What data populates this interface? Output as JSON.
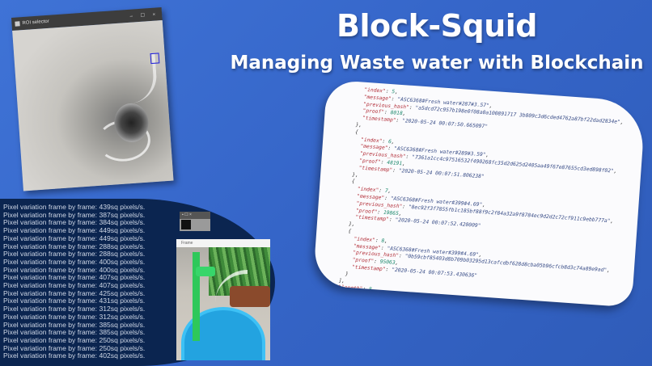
{
  "slide": {
    "title": "Block-Squid",
    "subtitle": "Managing Waste water with Blockchain"
  },
  "camera_window": {
    "title": "ROI selector",
    "controls": "– ☐ ×"
  },
  "blockchain_json": {
    "blocks": [
      {
        "index": "5",
        "message": "ASC6368#Fresh water#287#3.57",
        "previous_hash": "a5dcd72c957b198e0f08a0a100891717 3b809c3d6cded4762a87bf22dad2834e",
        "proof": "8018",
        "timestamp": "2020-05-24 00:07:50.665097"
      },
      {
        "index": "6",
        "message": "ASC6368#Fresh water#289#3.59",
        "previous_hash": "7361a1cc4c97516532f490268fc35d2d625d2405aa49f67e87655cd3ed898f02",
        "proof": "48191",
        "timestamp": "2020-05-24 00:07:51.806238"
      },
      {
        "index": "7",
        "message": "ASC6368#Fresh water#399#4.69",
        "previous_hash": "8ec92f3f7855fb1c185bf88f9c2f84a32a9f8784ec9d2d2c72cf911c9ebb777a",
        "proof": "19865",
        "timestamp": "2020-05-24 00:07:52.420009"
      },
      {
        "index": "8",
        "message": "ASC6368#Fresh water#399#4.69",
        "previous_hash": "0b59cbf85403d8b709b03295d13cafcdbf628d8cba05b96cfcb8d3c74a89e9ad",
        "proof": "95063",
        "timestamp": "2020-05-24 00:07:53.430636"
      }
    ],
    "length_key": "length",
    "length": "8"
  },
  "terminal": {
    "prefix": "Pixel variation frame by frame: ",
    "suffix": "sq pixels/s.",
    "values": [
      "439",
      "387",
      "384",
      "449",
      "449",
      "288",
      "288",
      "400",
      "400",
      "407",
      "407",
      "425",
      "431",
      "312",
      "312",
      "385",
      "385",
      "250",
      "250",
      "402"
    ]
  },
  "frame_window": {
    "title": "Frame"
  },
  "colors": {
    "background": "#3565c8",
    "terminal_bg": "#0b2550",
    "json_key": "#b3303a",
    "json_string": "#3a4e88",
    "json_number": "#1f8a6e"
  }
}
